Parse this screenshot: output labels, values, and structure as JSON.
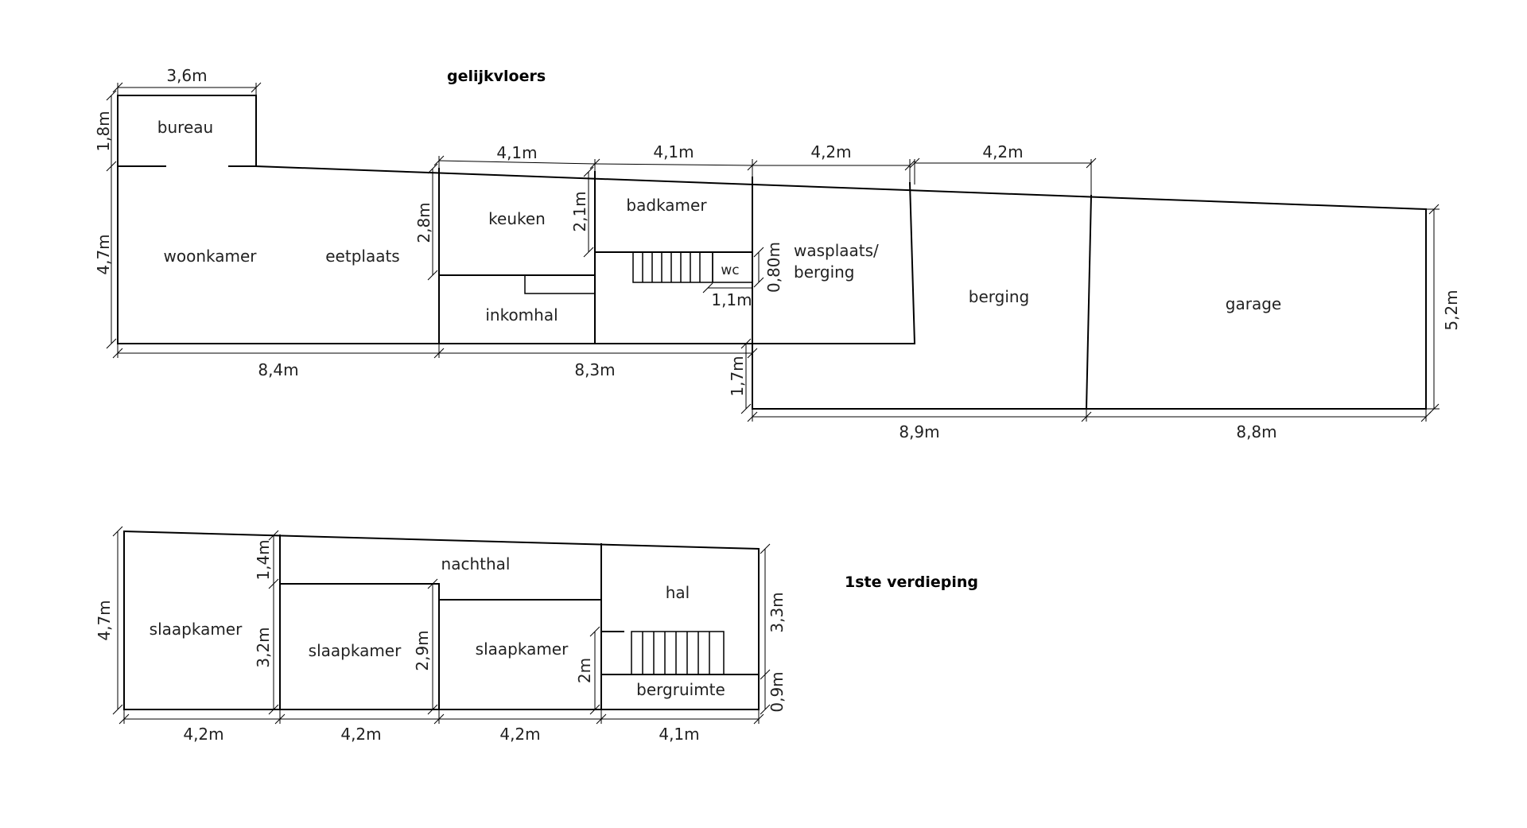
{
  "ground_floor": {
    "title": "gelijkvloers",
    "rooms": {
      "bureau": "bureau",
      "woonkamer": "woonkamer",
      "eetplaats": "eetplaats",
      "keuken": "keuken",
      "inkomhal": "inkomhal",
      "badkamer": "badkamer",
      "wc": "wc",
      "wasplaats_1": "wasplaats/",
      "wasplaats_2": "berging",
      "berging": "berging",
      "garage": "garage"
    },
    "dimensions": {
      "bureau_width": "3,6m",
      "bureau_depth": "1,8m",
      "woonkamer_depth": "4,7m",
      "keuken_width": "4,1m",
      "keuken_depth": "2,8m",
      "badkamer_width": "4,1m",
      "badkamer_depth": "2,1m",
      "wasplaats_width": "4,2m",
      "berging_top_width": "4,2m",
      "wc_depth": "0,80m",
      "wc_width": "1,1m",
      "living_length": "8,4m",
      "middle_length": "8,3m",
      "offset_depth": "1,7m",
      "berging_length": "8,9m",
      "garage_length": "8,8m",
      "garage_depth": "5,2m"
    }
  },
  "first_floor": {
    "title": "1ste verdieping",
    "rooms": {
      "slaapkamer_1": "slaapkamer",
      "slaapkamer_2": "slaapkamer",
      "slaapkamer_3": "slaapkamer",
      "nachthal": "nachthal",
      "hal": "hal",
      "bergruimte": "bergruimte"
    },
    "dimensions": {
      "total_depth": "4,7m",
      "nachthal_depth": "1,4m",
      "slaapkamer_2_depth": "3,2m",
      "slaapkamer_3_depth": "2,9m",
      "stair_depth": "2m",
      "hal_depth": "3,3m",
      "bergruimte_depth": "0,9m",
      "width_1": "4,2m",
      "width_2": "4,2m",
      "width_3": "4,2m",
      "width_4": "4,1m"
    }
  }
}
